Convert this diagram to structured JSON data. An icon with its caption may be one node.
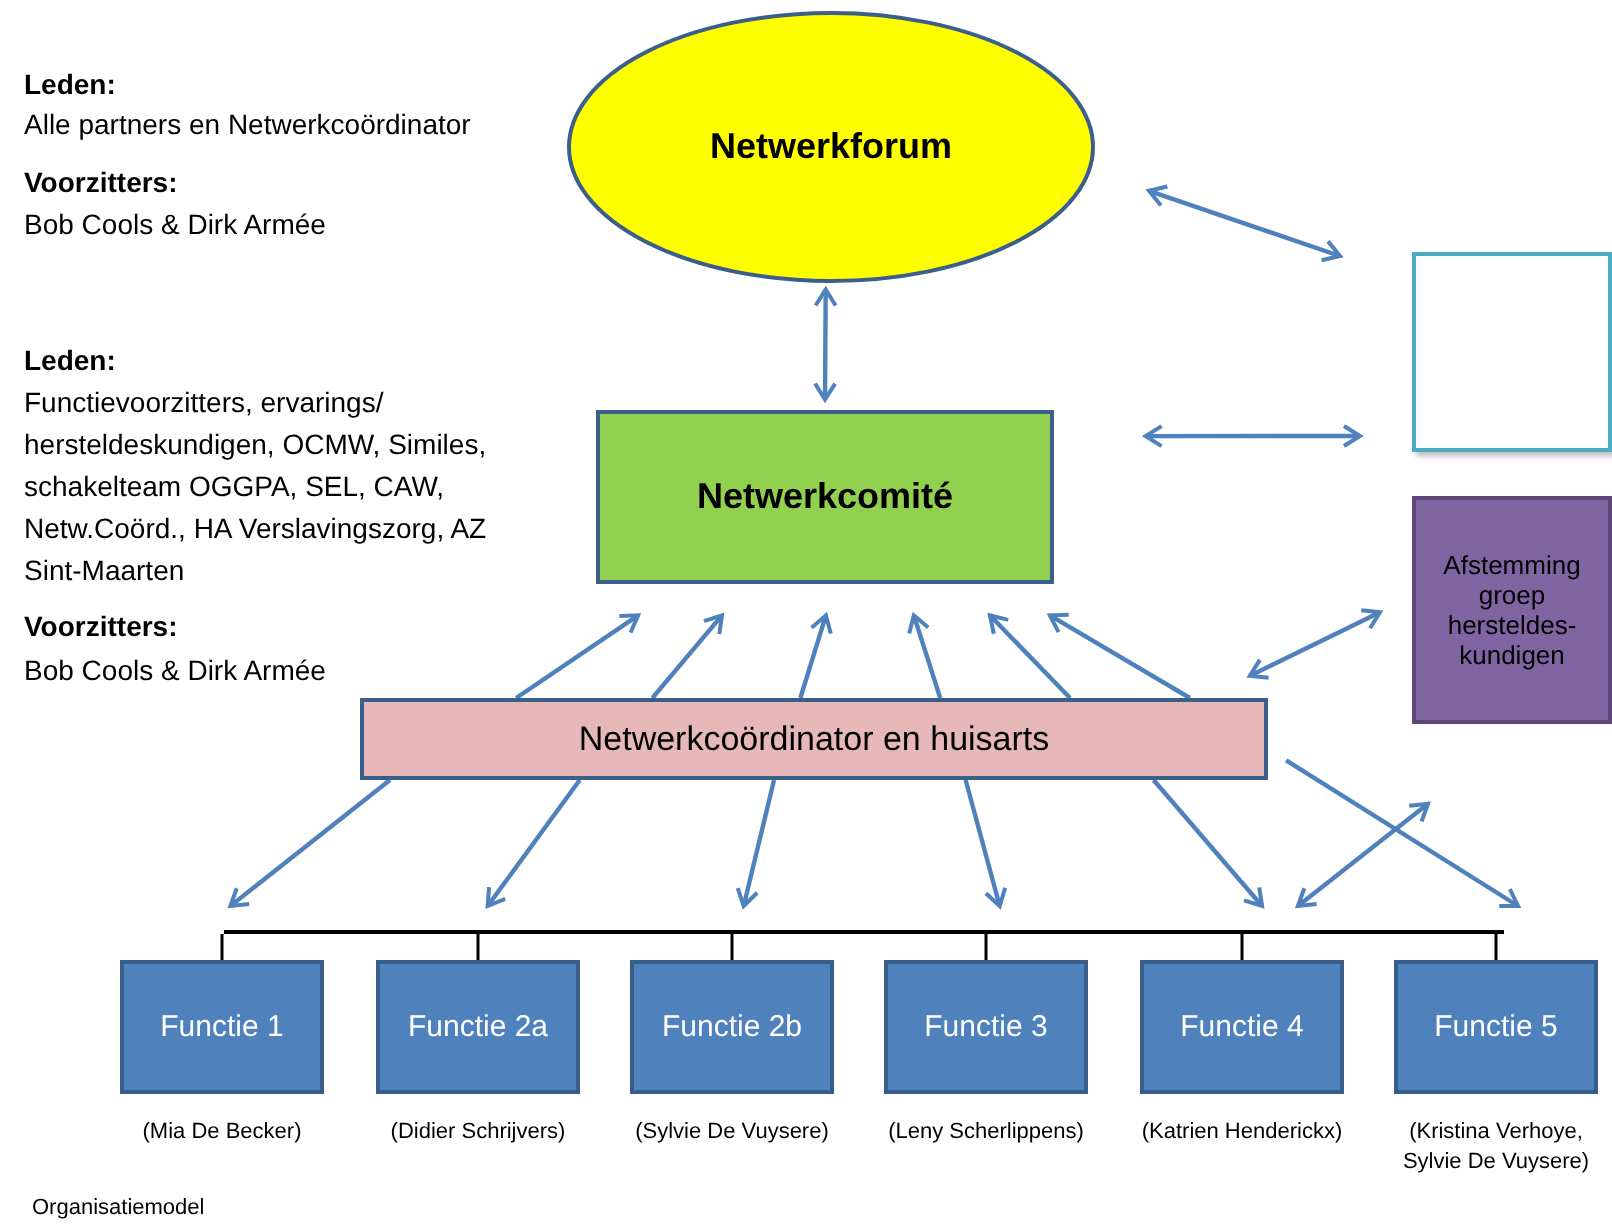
{
  "diagram": {
    "caption": "Organisatiemodel",
    "nodes": [
      {
        "text": [
          "Netwerkforum"
        ]
      },
      {
        "text": [],
        "shape": "box"
      },
      {
        "text": [
          "Netwerkcomité"
        ]
      },
      {
        "text": [
          "Afstemming groep hersteldes- kundigen"
        ]
      },
      {
        "text": [
          "Netwerkcoördinator en huisarts"
        ]
      },
      {
        "text": [
          "Functie 1"
        ],
        "beside": [
          "(Mia De Becker)"
        ]
      },
      {
        "text": [
          "Functie 2a"
        ],
        "beside": [
          "(Didier Schrijvers)"
        ]
      },
      {
        "text": [
          "Functie 2b"
        ],
        "beside": [
          "(Sylvie De Vuysere)"
        ]
      },
      {
        "text": [
          "Functie 3"
        ],
        "beside": [
          "(Leny Scherlippens)"
        ]
      },
      {
        "text": [
          "Functie 4"
        ],
        "beside": [
          "(Katrien Henderickx)"
        ]
      },
      {
        "text": [
          "Functie 5"
        ],
        "beside": [
          "(Kristina Verhoye, Sylvie De Vuysere)"
        ]
      },
      {
        "text": [],
        "shape": "bar"
      }
    ],
    "edges": [
      {
        "from": 0,
        "to": 2,
        "arrow": "both"
      },
      {
        "from": 0,
        "to": 1,
        "arrow": "both"
      },
      {
        "from": 2,
        "to": 1,
        "arrow": "both"
      },
      {
        "from": 4,
        "to": 2,
        "arrow": "to"
      },
      {
        "from": 4,
        "to": 2,
        "arrow": "to"
      },
      {
        "from": 4,
        "to": 2,
        "arrow": "to"
      },
      {
        "from": 4,
        "to": 2,
        "arrow": "to"
      },
      {
        "from": 4,
        "to": 2,
        "arrow": "to"
      },
      {
        "from": 4,
        "to": 2,
        "arrow": "to"
      },
      {
        "from": 4,
        "to": 3,
        "arrow": "both"
      },
      {
        "from": 4,
        "to": 11,
        "arrow": "to"
      },
      {
        "from": 4,
        "to": 11,
        "arrow": "to"
      },
      {
        "from": 4,
        "to": 11,
        "arrow": "to"
      },
      {
        "from": 4,
        "to": 11,
        "arrow": "to"
      },
      {
        "from": 4,
        "to": 11,
        "arrow": "to"
      },
      {
        "from": 4,
        "to": 11,
        "arrow": "to"
      },
      {
        "from": 3,
        "to": 11,
        "arrow": "both"
      },
      {
        "from": 11,
        "to": 5,
        "arrow": "none",
        "color": "#000000"
      },
      {
        "from": 11,
        "to": 6,
        "arrow": "none",
        "color": "#000000"
      },
      {
        "from": 11,
        "to": 7,
        "arrow": "none",
        "color": "#000000"
      },
      {
        "from": 11,
        "to": 8,
        "arrow": "none",
        "color": "#000000"
      },
      {
        "from": 11,
        "to": 9,
        "arrow": "none",
        "color": "#000000"
      },
      {
        "from": 11,
        "to": 10,
        "arrow": "none",
        "color": "#000000"
      }
    ],
    "labels": [
      "Leden:",
      "Alle partners en Netwerkcoördinator",
      "Voorzitters:",
      "Bob Cools & Dirk Armée",
      "Leden:",
      "Functievoorzitters, ervarings/ hersteldeskundigen, OCMW, Similes, schakelteam OGGPA, SEL, CAW, Netw.Coörd., HA Verslavingszorg, AZ Sint-Maarten",
      "Voorzitters:",
      "Bob Cools & Dirk Armée"
    ]
  }
}
